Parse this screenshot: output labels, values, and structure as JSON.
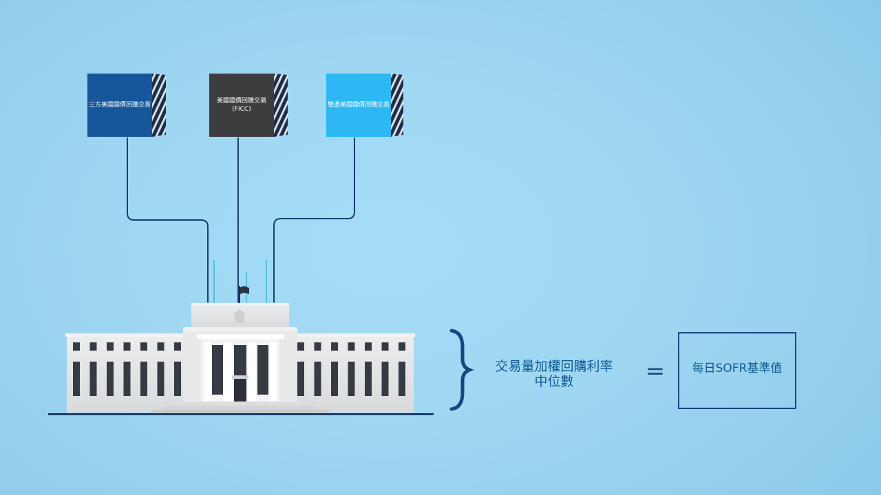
{
  "sources": [
    {
      "label_lines": [
        "三方美國國債回購交易"
      ],
      "color": "#15579a"
    },
    {
      "label_lines": [
        "美國國債回購交易",
        "(FICC)"
      ],
      "color": "#3d3d3f"
    },
    {
      "label_lines": [
        "雙邊美國國債回購交易"
      ],
      "color": "#2db8f3"
    }
  ],
  "median": {
    "line1": "交易量加權回購利率",
    "line2": "中位數"
  },
  "equals_sign": "=",
  "result": {
    "label": "每日SOFR基準值"
  },
  "colors": {
    "connector": "#17406f",
    "text_dark_blue": "#0e5a93",
    "building": "#e4e5e7",
    "ground_line": "#1b3d6a"
  }
}
